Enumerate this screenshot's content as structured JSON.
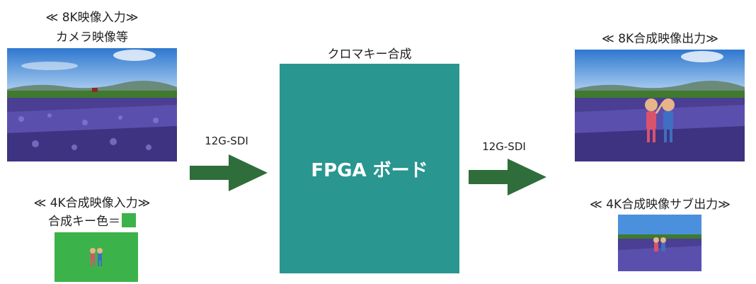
{
  "input_8k": {
    "title": "≪ 8K映像入力≫",
    "subtitle": "カメラ映像等"
  },
  "input_4k": {
    "title": "≪ 4K合成映像入力≫",
    "key_label": "合成キー色＝",
    "key_color": "#3cb34a"
  },
  "fpga": {
    "top_label": "クロマキー合成",
    "label": "FPGA ボード",
    "color": "#2a9690"
  },
  "arrow_left": {
    "label": "12G-SDI"
  },
  "arrow_right": {
    "label": "12G-SDI"
  },
  "output_8k": {
    "title": "≪ 8K合成映像出力≫"
  },
  "output_4k": {
    "title": "≪ 4K合成映像サブ出力≫"
  },
  "colors": {
    "arrow": "#2f6d3a",
    "sky": "#3d86d6",
    "lavender": "#5b4fae",
    "chroma_green": "#3cb34a"
  }
}
